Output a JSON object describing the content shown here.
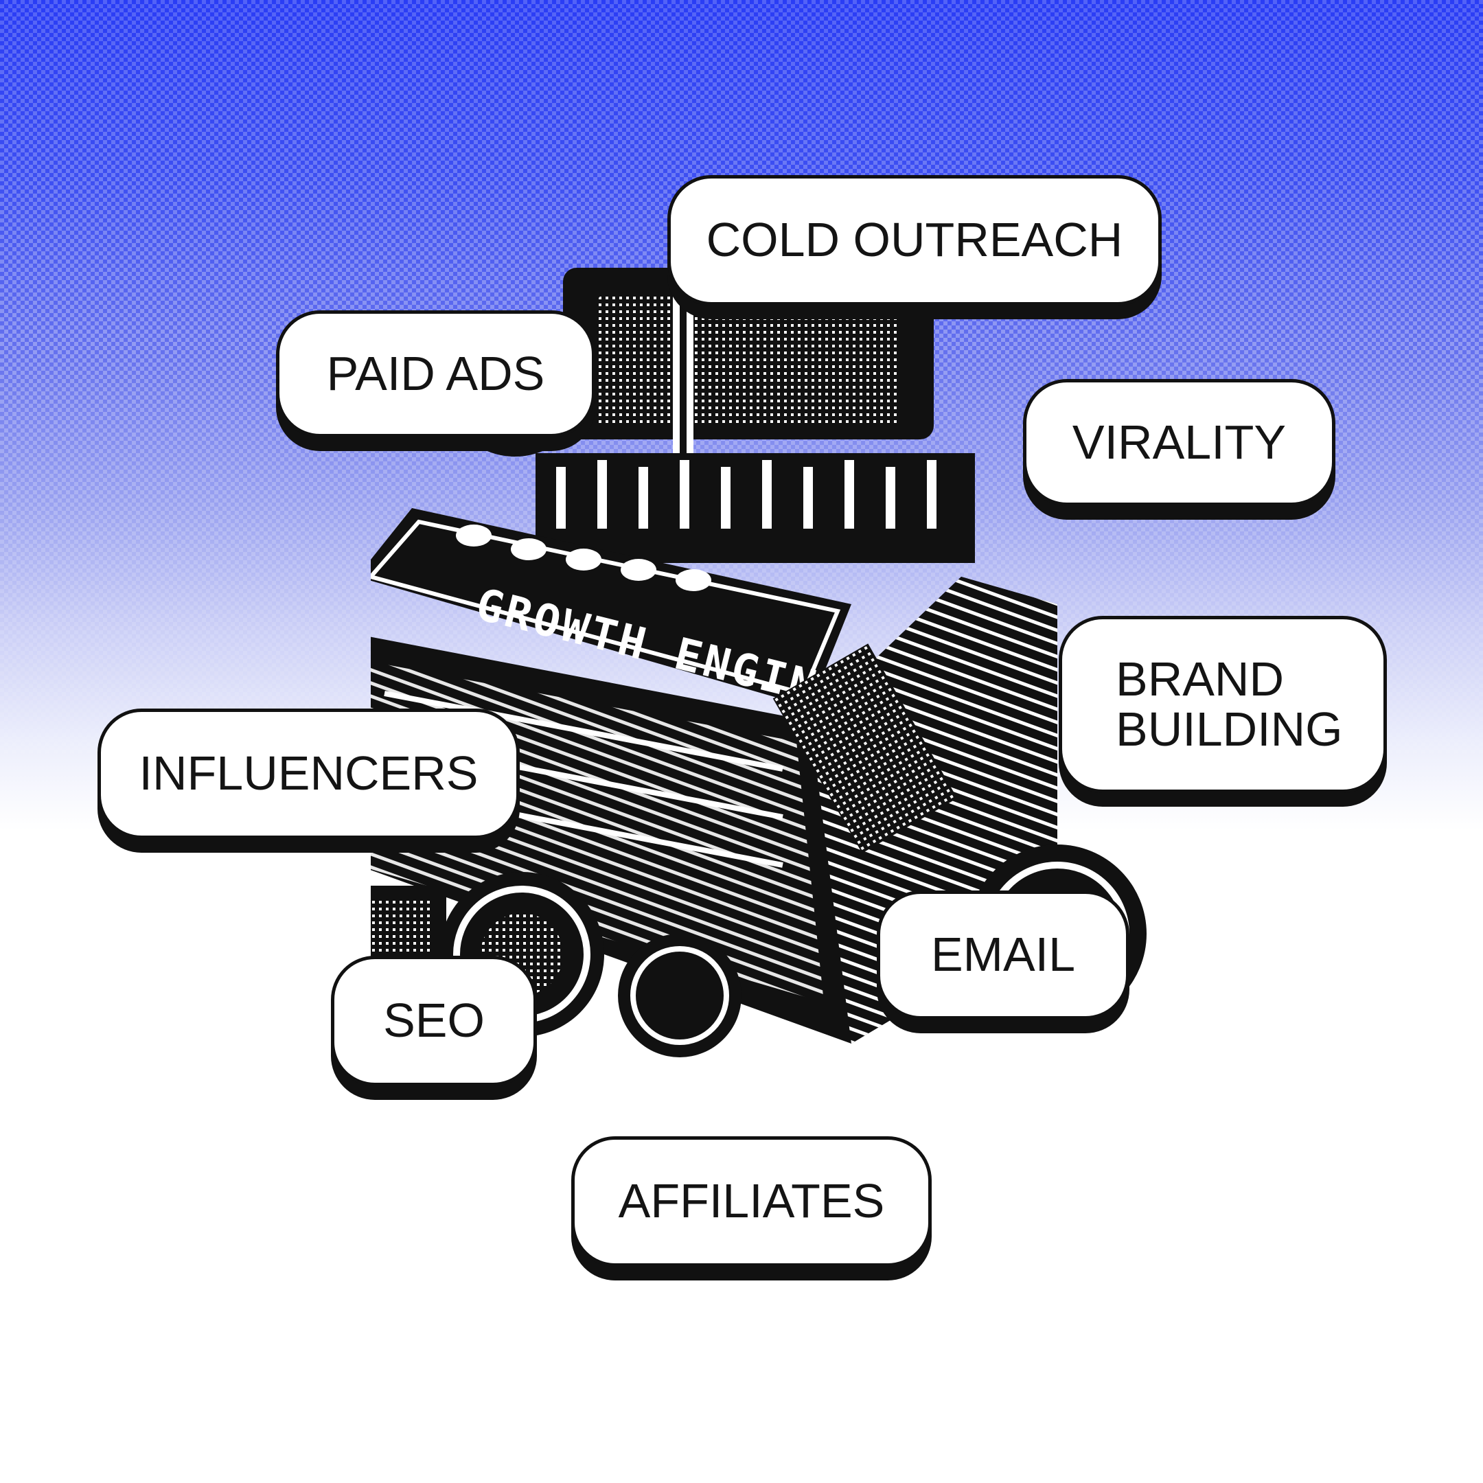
{
  "colors": {
    "background_top": "#2a3df5",
    "background_bottom": "#ffffff",
    "pill_fill": "#ffffff",
    "pill_outline": "#111111",
    "engine_ink": "#111111"
  },
  "engine": {
    "label": "GROWTH ENGINE",
    "icon": "engine-icon"
  },
  "labels": {
    "cold_outreach": "COLD OUTREACH",
    "paid_ads": "PAID ADS",
    "virality": "VIRALITY",
    "brand_building": "BRAND\nBUILDING",
    "influencers": "INFLUENCERS",
    "email": "EMAIL",
    "seo": "SEO",
    "affiliates": "AFFILIATES"
  }
}
